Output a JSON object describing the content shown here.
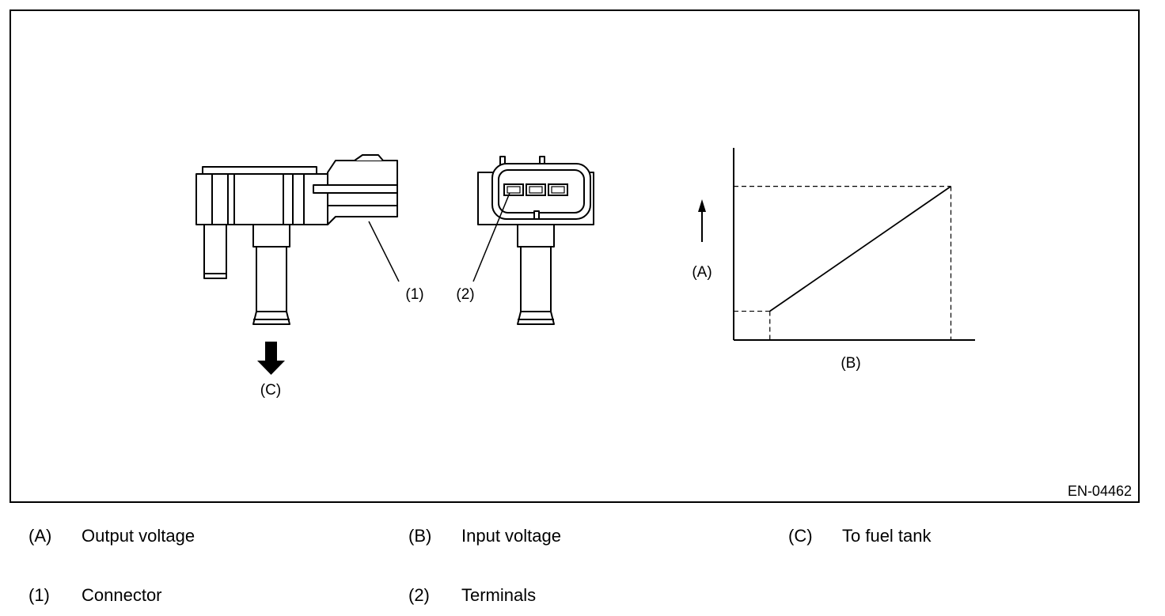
{
  "figure": {
    "code": "EN-04462",
    "callouts": {
      "connector": "(1)",
      "terminals": "(2)",
      "output_axis": "(A)",
      "input_axis": "(B)",
      "fuel_tank": "(C)"
    }
  },
  "legend": {
    "rows": [
      [
        {
          "key": "(A)",
          "text": "Output voltage"
        },
        {
          "key": "(B)",
          "text": "Input voltage"
        },
        {
          "key": "(C)",
          "text": "To fuel tank"
        }
      ],
      [
        {
          "key": "(1)",
          "text": "Connector"
        },
        {
          "key": "(2)",
          "text": "Terminals"
        }
      ]
    ]
  },
  "chart_data": {
    "type": "line",
    "title": "",
    "xlabel": "(B)",
    "ylabel": "(A)",
    "x_ticks": [],
    "y_ticks": [],
    "series": [
      {
        "x": [
          0,
          0.15,
          0.9
        ],
        "y": [
          0.15,
          0.15,
          0.8
        ]
      }
    ],
    "xlim": [
      0,
      1
    ],
    "ylim": [
      0,
      1
    ]
  }
}
